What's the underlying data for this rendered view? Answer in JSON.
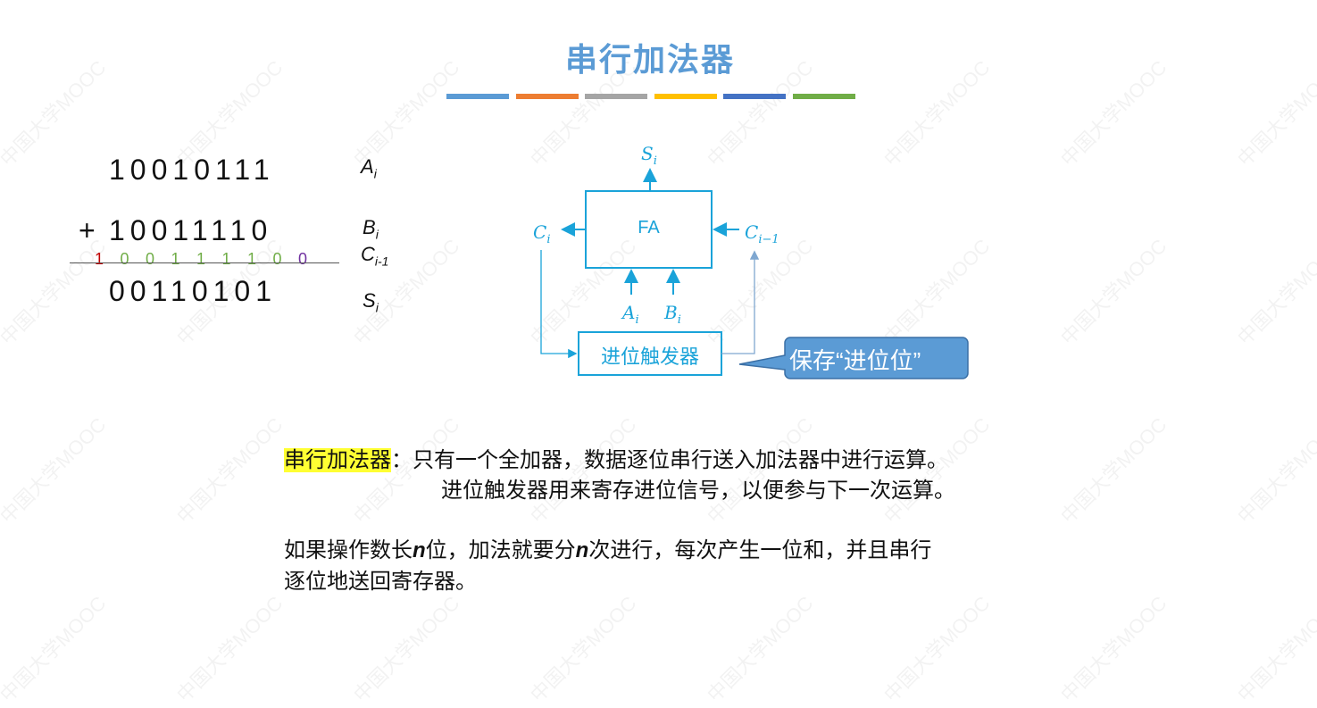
{
  "watermark": "中国大学MOOC",
  "title": "串行加法器",
  "title_bar_colors": [
    "#5b9bd5",
    "#ed7d31",
    "#a5a5a5",
    "#ffc000",
    "#4472c4",
    "#70ad47"
  ],
  "addition": {
    "a": "10010111",
    "b": "10011110",
    "plus": "+",
    "carries": [
      {
        "d": "1",
        "color": "#c00000"
      },
      {
        "d": "0",
        "color": "#70ad47"
      },
      {
        "d": "0",
        "color": "#70ad47"
      },
      {
        "d": "1",
        "color": "#70ad47"
      },
      {
        "d": "1",
        "color": "#70ad47"
      },
      {
        "d": "1",
        "color": "#70ad47"
      },
      {
        "d": "1",
        "color": "#70ad47"
      },
      {
        "d": "0",
        "color": "#70ad47"
      },
      {
        "d": "0",
        "color": "#7030a0"
      }
    ],
    "s": "00110101",
    "labels": {
      "a": "A",
      "a_sub": "i",
      "b": "B",
      "b_sub": "i",
      "c": "C",
      "c_sub": "i-1",
      "s": "S",
      "s_sub": "i"
    }
  },
  "diagram": {
    "fa_label": "FA",
    "s_out": "S",
    "s_sub": "i",
    "c_out": "C",
    "c_out_sub": "i",
    "c_in": "C",
    "c_in_sub": "i−1",
    "a_in": "A",
    "a_sub": "i",
    "b_in": "B",
    "b_sub": "i",
    "flipflop_label": "进位触发器",
    "callout": "保存“进位位”",
    "line_color": "#1aa3d9",
    "callout_color": "#5b9bd5"
  },
  "text": {
    "term": "串行加法器",
    "colon": "：",
    "line1": "只有一个全加器，数据逐位串行送入加法器中进行运算。",
    "line2": "进位触发器用来寄存进位信号，以便参与下一次运算。",
    "p2_a": "如果操作数长",
    "n": "n",
    "p2_b": "位，加法就要分",
    "p2_c": "次进行，每次产生一位和，并且串行",
    "p2_line2": "逐位地送回寄存器。"
  }
}
